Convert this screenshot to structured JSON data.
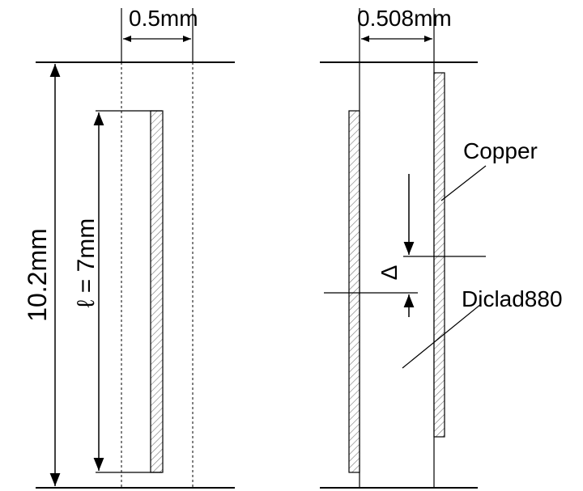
{
  "labels": {
    "width_left": "0.5mm",
    "width_right": "0.508mm",
    "height_total": "10.2mm",
    "length": "ℓ = 7mm",
    "copper": "Copper",
    "dielectric": "Diclad880",
    "offset": "Δ"
  },
  "colors": {
    "line": "#000000",
    "hatch": "#555555",
    "background": "#ffffff"
  }
}
